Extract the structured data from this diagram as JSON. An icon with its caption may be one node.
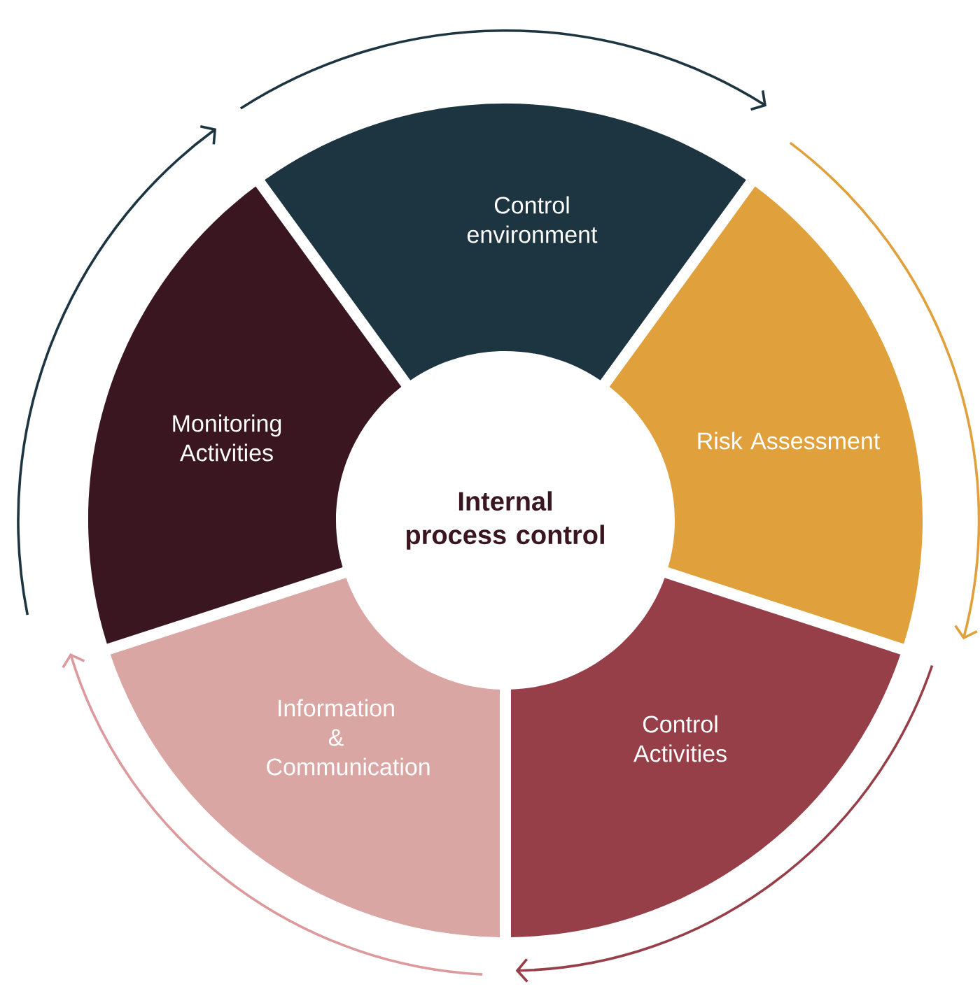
{
  "diagram": {
    "nodes": [
      {
        "text": [
          "Internal process control"
        ]
      },
      {
        "text": [
          "Control environment"
        ]
      },
      {
        "text": [
          "Risk Assessment"
        ]
      },
      {
        "text": [
          "Control Activities"
        ]
      },
      {
        "text": [
          "Information & Communication"
        ]
      },
      {
        "text": [
          "Monitoring Activities"
        ]
      }
    ]
  }
}
